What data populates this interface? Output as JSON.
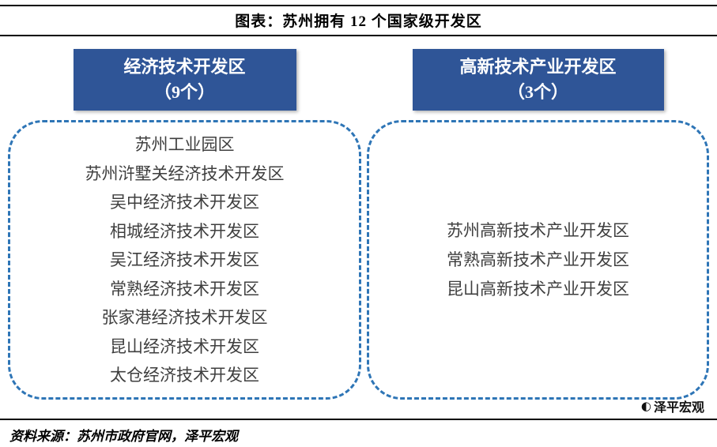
{
  "title": "图表：苏州拥有 12 个国家级开发区",
  "columns": [
    {
      "header": "经济技术开发区",
      "header_count": "（9个）",
      "items": [
        "苏州工业园区",
        "苏州浒墅关经济技术开发区",
        "吴中经济技术开发区",
        "相城经济技术开发区",
        "吴江经济技术开发区",
        "常熟经济技术开发区",
        "张家港经济技术开发区",
        "昆山经济技术开发区",
        "太仓经济技术开发区"
      ]
    },
    {
      "header": "高新技术产业开发区",
      "header_count": "（3个）",
      "items": [
        "苏州高新技术产业开发区",
        "常熟高新技术产业开发区",
        "昆山高新技术产业开发区"
      ]
    }
  ],
  "footer": {
    "source": "资料来源：苏州市政府官网，泽平宏观"
  },
  "logo": {
    "icon": "◐",
    "text": "泽平宏观"
  },
  "colors": {
    "header_bg": "#2F5597",
    "dashed_border": "#2E75B6",
    "item_text": "#3F3F3F",
    "rule_color": "#000000"
  }
}
